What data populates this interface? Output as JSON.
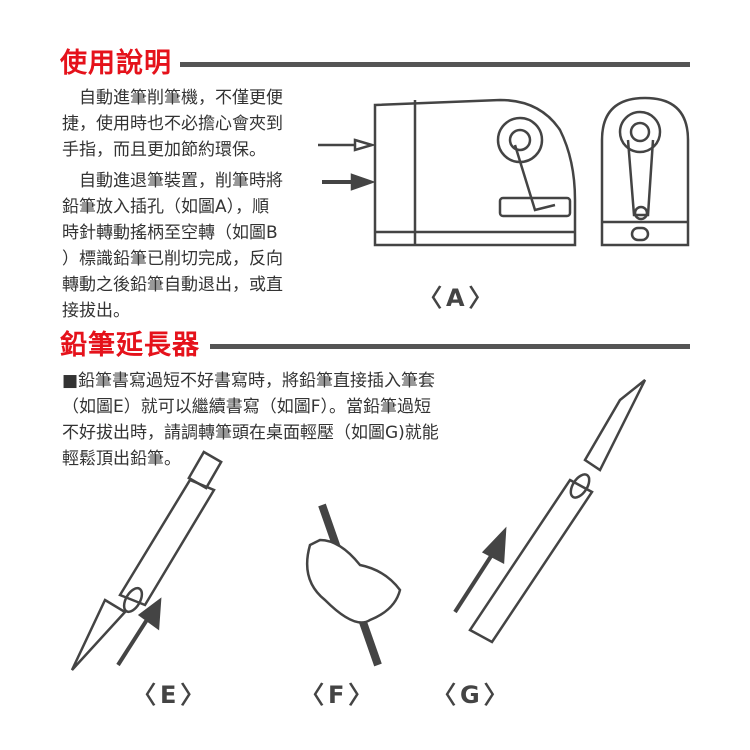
{
  "section1": {
    "title": "使用說明",
    "para1": [
      "　自動進筆削筆機，不僅更便",
      "捷，使用時也不必擔心會夾到",
      "手指，而且更加節約環保。"
    ],
    "para2": [
      "　自動進退筆裝置，削筆時將",
      "鉛筆放入插孔（如圖A），順",
      "時針轉動搖柄至空轉（如圖B",
      "）標識鉛筆已削切完成，反向",
      "轉動之後鉛筆自動退出，或直",
      "接拔出。"
    ],
    "figure_label": "〈A〉"
  },
  "section2": {
    "title": "鉛筆延長器",
    "para": [
      "■鉛筆書寫過短不好書寫時，將鉛筆直接插入筆套",
      "（如圖E）就可以繼續書寫（如圖F）。當鉛筆過短",
      "不好拔出時，請調轉筆頭在桌面輕壓（如圖G)就能",
      "輕鬆頂出鉛筆。"
    ],
    "figure_labels": [
      "〈E〉",
      "〈F〉",
      "〈G〉"
    ]
  },
  "colors": {
    "title_red": "#e5121b",
    "rule_gray": "#555555",
    "text": "#333333"
  }
}
